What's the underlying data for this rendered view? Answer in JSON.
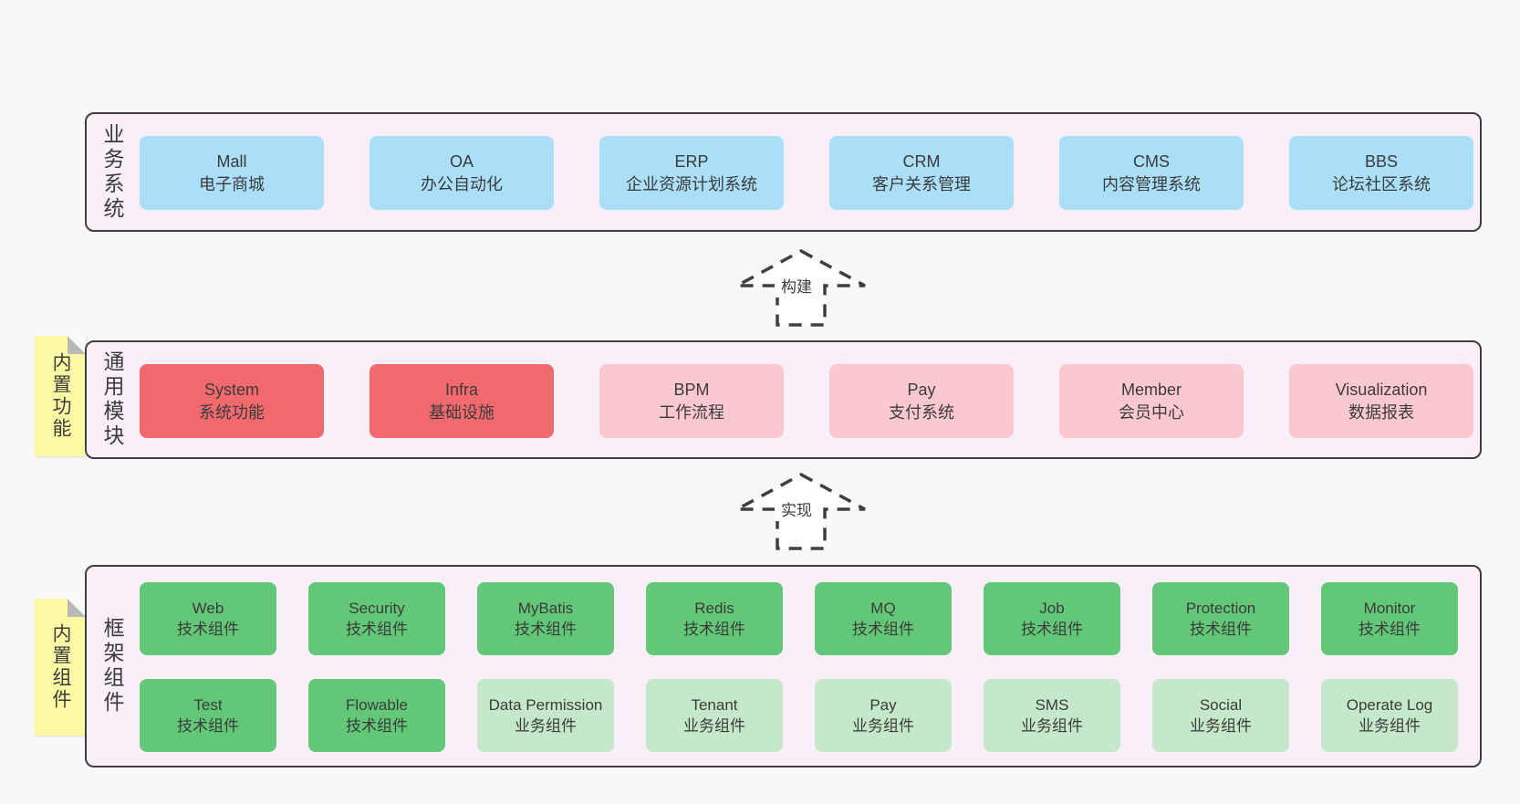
{
  "colors": {
    "background": "#f8f8f8",
    "panel_bg": "#f9eff9",
    "border": "#3f3f3f",
    "text": "#3b3b3b",
    "blue": "#abdff7",
    "red": "#f26a6e",
    "pink": "#fbc8d0",
    "green": "#62c877",
    "green_soft": "#c5e8ca",
    "note_yellow": "#fbf9a3",
    "fold_gray": "#b9b9b9"
  },
  "arrows": {
    "build": {
      "label": "构建"
    },
    "implement": {
      "label": "实现"
    }
  },
  "layers": {
    "business": {
      "label": "业务系统",
      "boxes": [
        {
          "title": "Mall",
          "subtitle": "电子商城"
        },
        {
          "title": "OA",
          "subtitle": "办公自动化"
        },
        {
          "title": "ERP",
          "subtitle": "企业资源计划系统"
        },
        {
          "title": "CRM",
          "subtitle": "客户关系管理"
        },
        {
          "title": "CMS",
          "subtitle": "内容管理系统"
        },
        {
          "title": "BBS",
          "subtitle": "论坛社区系统"
        }
      ]
    },
    "modules": {
      "label": "通用模块",
      "note": "内置功能",
      "boxes": [
        {
          "title": "System",
          "subtitle": "系统功能",
          "variant": "strong"
        },
        {
          "title": "Infra",
          "subtitle": "基础设施",
          "variant": "strong"
        },
        {
          "title": "BPM",
          "subtitle": "工作流程",
          "variant": "soft"
        },
        {
          "title": "Pay",
          "subtitle": "支付系统",
          "variant": "soft"
        },
        {
          "title": "Member",
          "subtitle": "会员中心",
          "variant": "soft"
        },
        {
          "title": "Visualization",
          "subtitle": "数据报表",
          "variant": "soft"
        }
      ]
    },
    "components": {
      "label": "框架组件",
      "note": "内置组件",
      "boxes": [
        {
          "title": "Web",
          "subtitle": "技术组件",
          "variant": "strong"
        },
        {
          "title": "Security",
          "subtitle": "技术组件",
          "variant": "strong"
        },
        {
          "title": "MyBatis",
          "subtitle": "技术组件",
          "variant": "strong"
        },
        {
          "title": "Redis",
          "subtitle": "技术组件",
          "variant": "strong"
        },
        {
          "title": "MQ",
          "subtitle": "技术组件",
          "variant": "strong"
        },
        {
          "title": "Job",
          "subtitle": "技术组件",
          "variant": "strong"
        },
        {
          "title": "Protection",
          "subtitle": "技术组件",
          "variant": "strong"
        },
        {
          "title": "Monitor",
          "subtitle": "技术组件",
          "variant": "strong"
        },
        {
          "title": "Test",
          "subtitle": "技术组件",
          "variant": "strong"
        },
        {
          "title": "Flowable",
          "subtitle": "技术组件",
          "variant": "strong"
        },
        {
          "title": "Data Permission",
          "subtitle": "业务组件",
          "variant": "soft"
        },
        {
          "title": "Tenant",
          "subtitle": "业务组件",
          "variant": "soft"
        },
        {
          "title": "Pay",
          "subtitle": "业务组件",
          "variant": "soft"
        },
        {
          "title": "SMS",
          "subtitle": "业务组件",
          "variant": "soft"
        },
        {
          "title": "Social",
          "subtitle": "业务组件",
          "variant": "soft"
        },
        {
          "title": "Operate Log",
          "subtitle": "业务组件",
          "variant": "soft"
        }
      ]
    }
  }
}
